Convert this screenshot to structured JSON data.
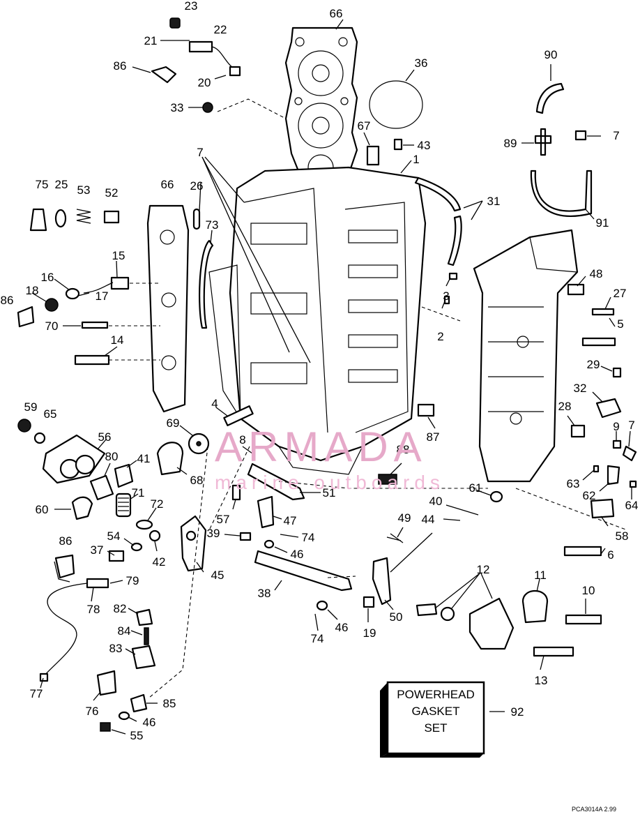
{
  "diagram": {
    "labels": [
      "23",
      "22",
      "21",
      "20",
      "86",
      "33",
      "66",
      "36",
      "90",
      "7",
      "89",
      "67",
      "43",
      "1",
      "31",
      "91",
      "75",
      "25",
      "53",
      "52",
      "66",
      "26",
      "73",
      "7",
      "15",
      "16",
      "17",
      "18",
      "86",
      "70",
      "14",
      "3",
      "48",
      "27",
      "5",
      "2",
      "29",
      "32",
      "4",
      "59",
      "65",
      "56",
      "69",
      "80",
      "41",
      "68",
      "8",
      "87",
      "88",
      "28",
      "9",
      "7",
      "61",
      "63",
      "62",
      "64",
      "60",
      "71",
      "72",
      "51",
      "57",
      "47",
      "40",
      "44",
      "58",
      "6",
      "39",
      "74",
      "49",
      "86",
      "54",
      "37",
      "42",
      "46",
      "45",
      "79",
      "38",
      "78",
      "82",
      "12",
      "11",
      "10",
      "84",
      "83",
      "74",
      "46",
      "19",
      "50",
      "77",
      "76",
      "85",
      "46",
      "55",
      "13",
      "92"
    ],
    "kit_box": {
      "line1": "POWERHEAD",
      "line2": "GASKET",
      "line3": "SET"
    },
    "watermark": {
      "brand": "ARMADA",
      "tagline": "marine outboards"
    },
    "footer": "PCA3014A  2.99"
  }
}
